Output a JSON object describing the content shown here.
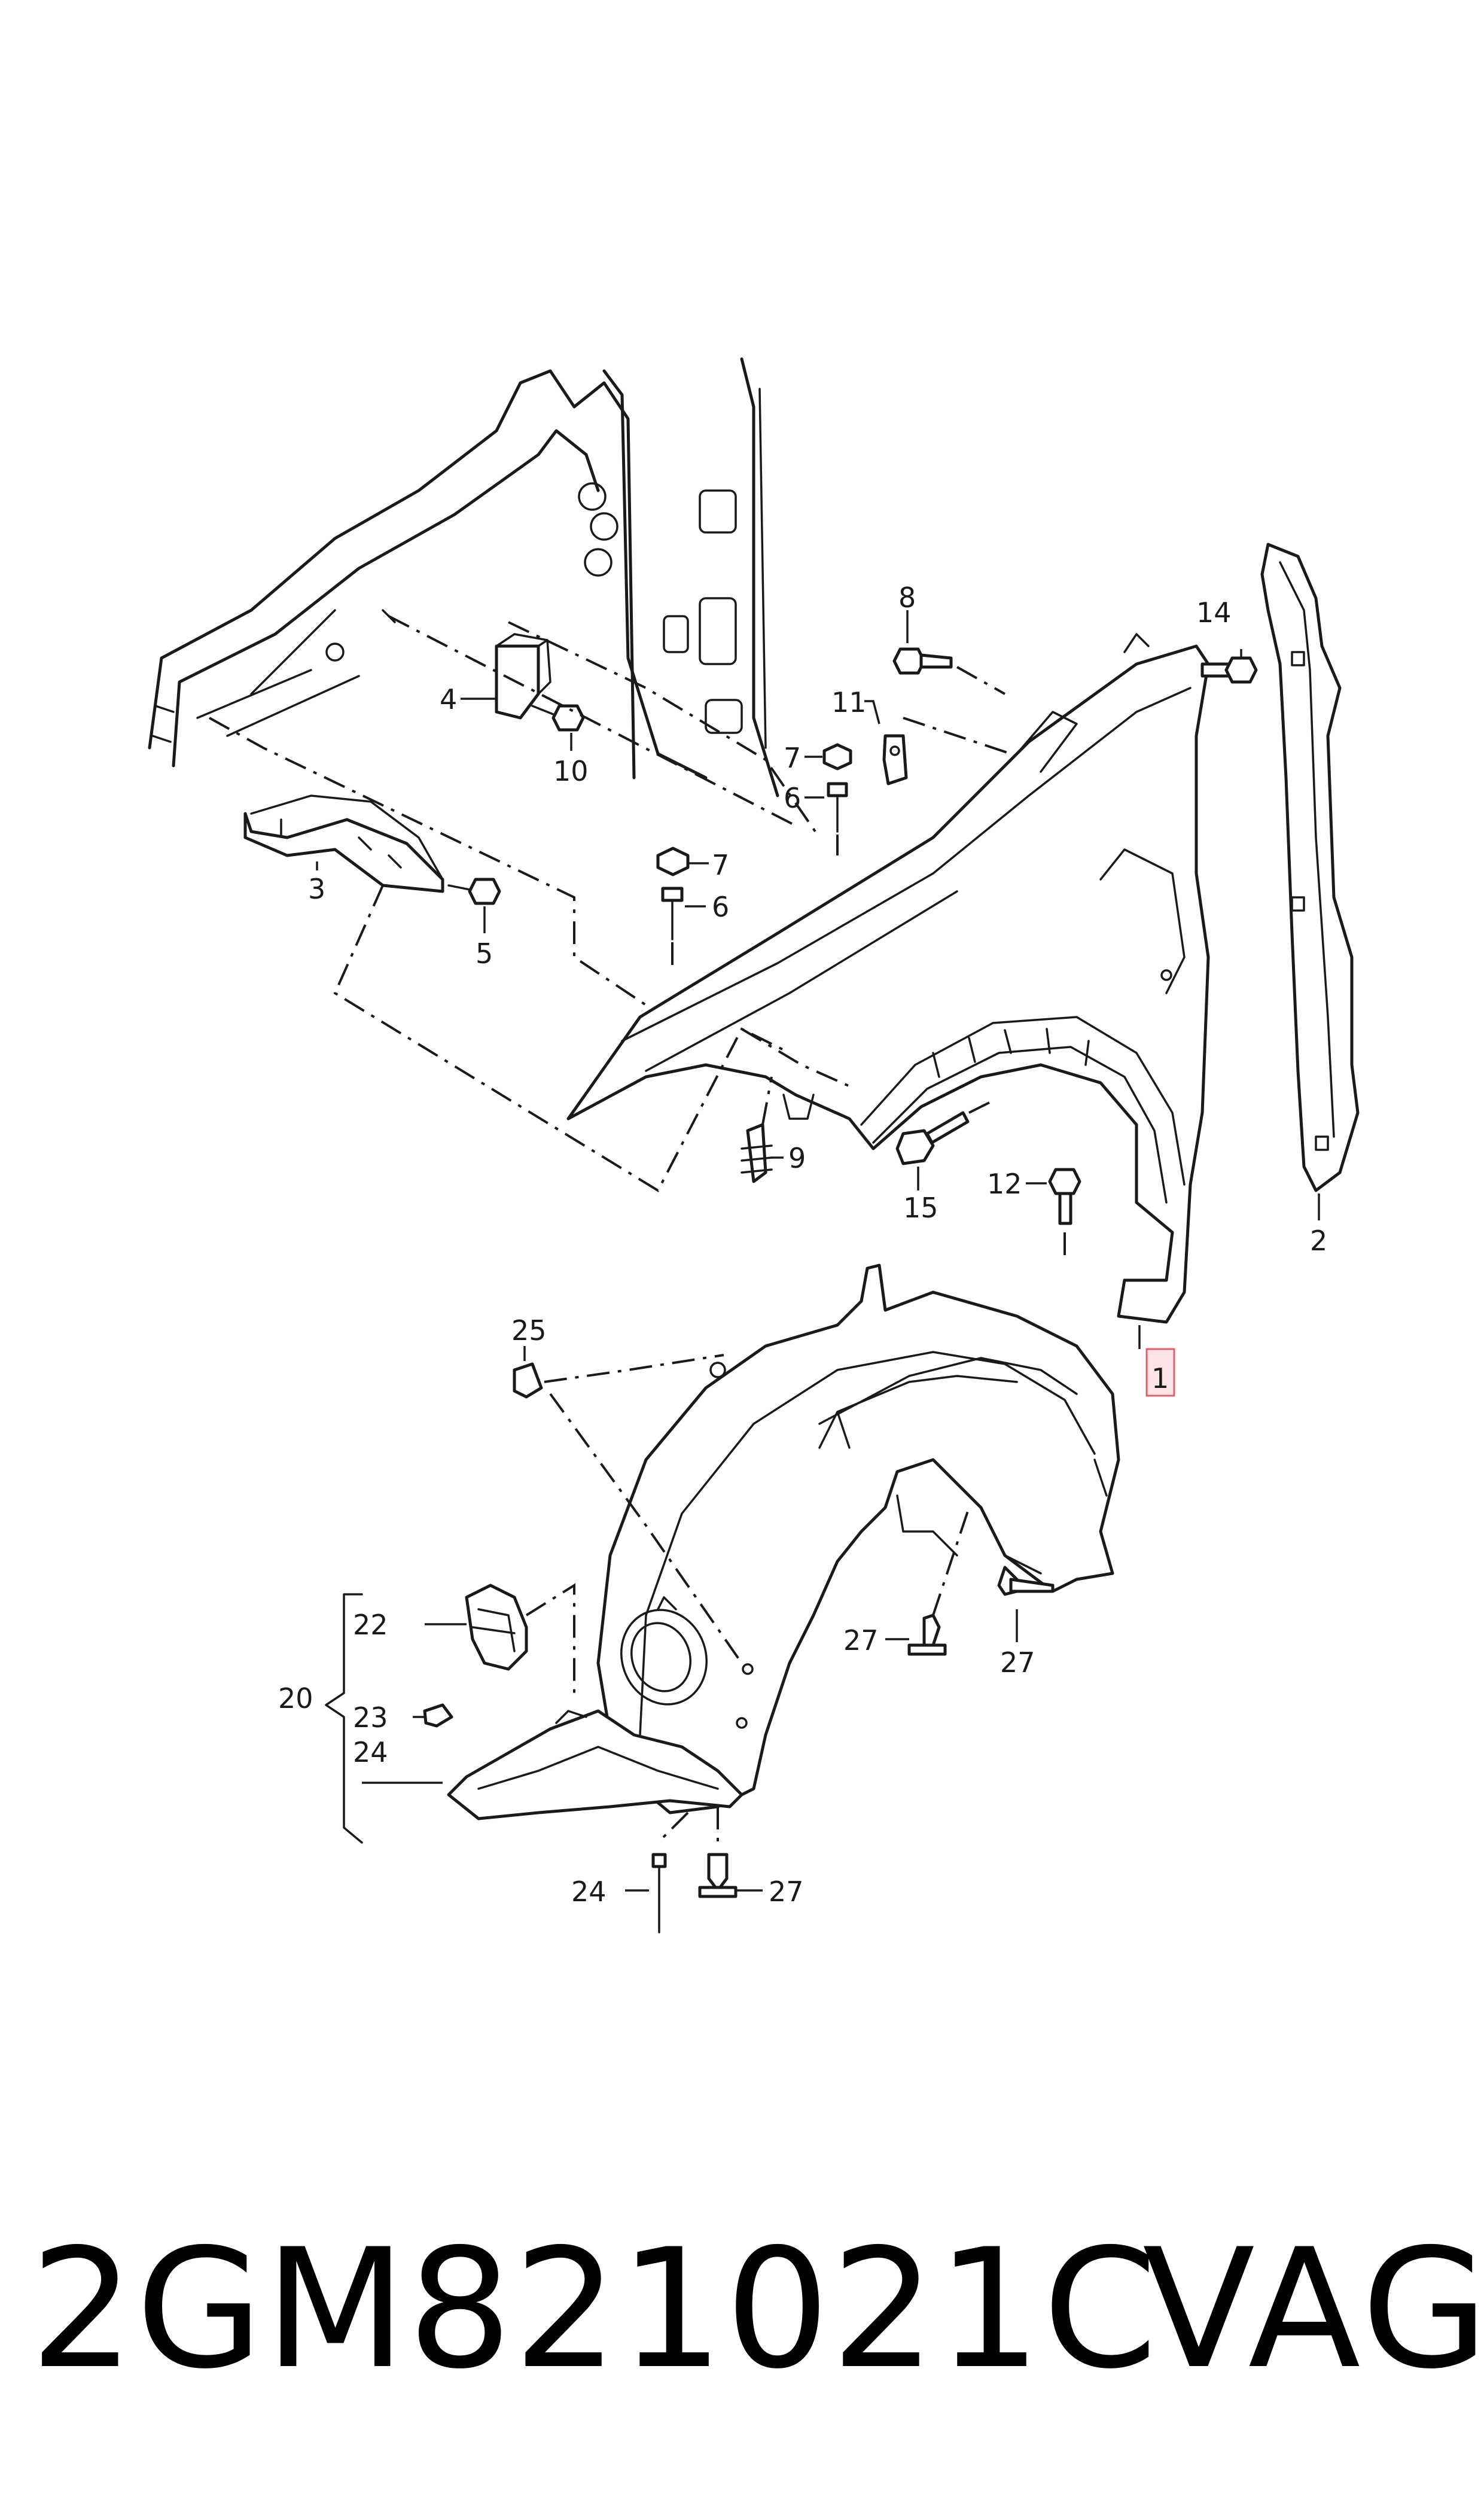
{
  "callouts": {
    "c1": "1",
    "c2": "2",
    "c3": "3",
    "c4": "4",
    "c5": "5",
    "c6a": "6",
    "c6b": "6",
    "c7a": "7",
    "c7b": "7",
    "c8": "8",
    "c9": "9",
    "c10": "10",
    "c11": "11",
    "c12": "12",
    "c14": "14",
    "c15": "15",
    "c20": "20",
    "c22": "22",
    "c23": "23",
    "c24a": "24",
    "c24b": "24",
    "c25": "25",
    "c27a": "27",
    "c27b": "27",
    "c27c": "27"
  },
  "highlight": {
    "callout": "1",
    "color": "#e0606e"
  },
  "footer": {
    "part_number": "2GM821021C",
    "brand": "VAG"
  }
}
